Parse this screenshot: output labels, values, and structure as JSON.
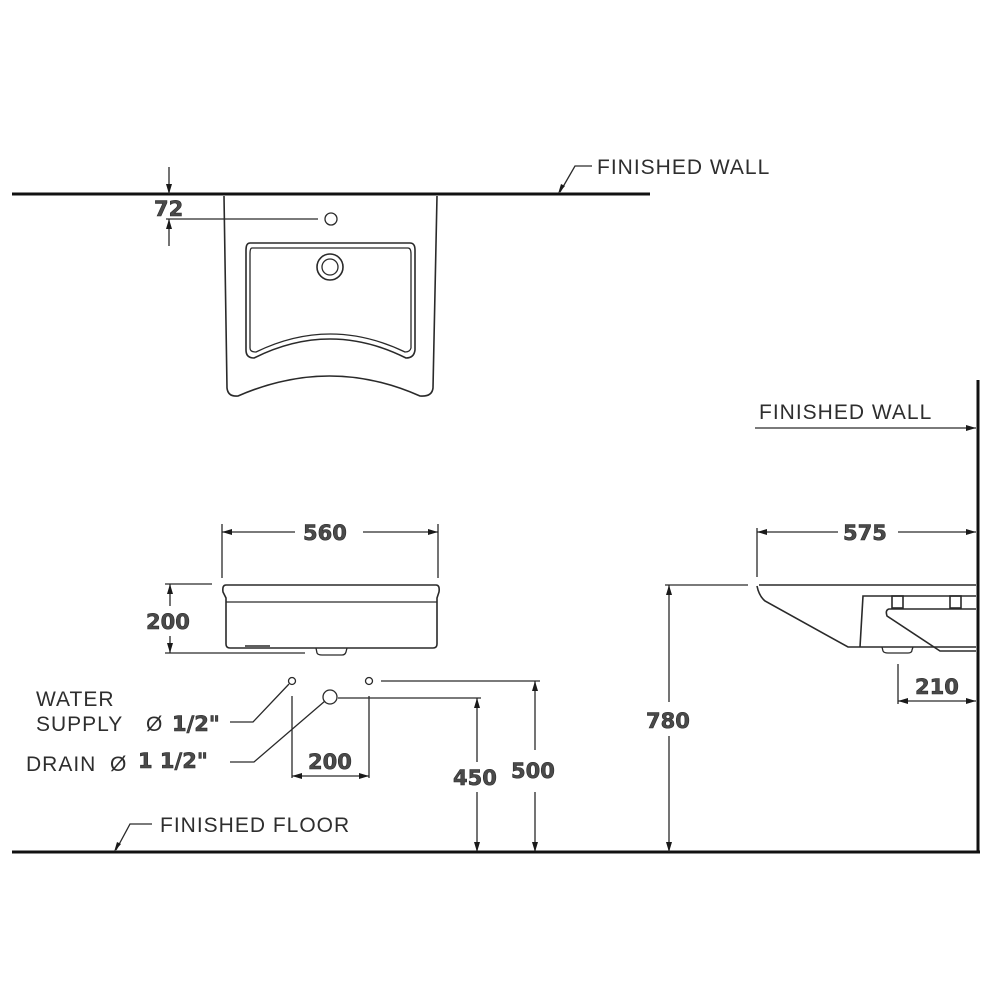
{
  "labels": {
    "top_wall": "FINISHED WALL",
    "side_wall": "FINISHED WALL",
    "floor": "FINISHED FLOOR",
    "water_supply_line1": "WATER",
    "water_supply_line2": "SUPPLY",
    "water_supply_size": "1/2\"",
    "drain": "DRAIN",
    "drain_size": "1 1/2\"",
    "diameter_symbol": "Ø"
  },
  "dimensions": {
    "tap_hole_from_wall": "72",
    "basin_width": "560",
    "basin_height": "200",
    "supply_spacing": "200",
    "drain_height": "450",
    "supply_height": "500",
    "basin_depth": "575",
    "rim_height": "780",
    "bracket_depth": "210"
  },
  "colors": {
    "line": "#2a2a2a",
    "background": "#ffffff",
    "dimension_text": "#4a4a4a"
  }
}
